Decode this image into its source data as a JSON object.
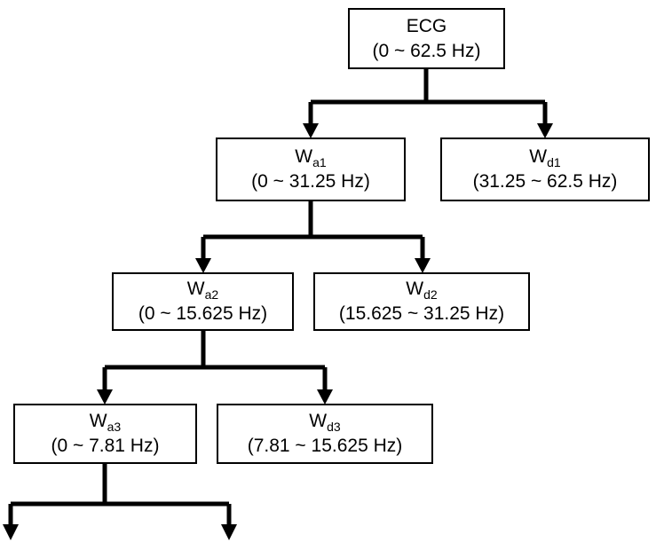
{
  "nodes": {
    "ecg": {
      "name": "ECG",
      "sub": "",
      "range": "(0 ~ 62.5 Hz)"
    },
    "wa1": {
      "name": "W",
      "sub": "a1",
      "range": "(0 ~ 31.25 Hz)"
    },
    "wd1": {
      "name": "W",
      "sub": "d1",
      "range": "(31.25 ~ 62.5 Hz)"
    },
    "wa2": {
      "name": "W",
      "sub": "a2",
      "range": "(0 ~ 15.625 Hz)"
    },
    "wd2": {
      "name": "W",
      "sub": "d2",
      "range": "(15.625 ~ 31.25 Hz)"
    },
    "wa3": {
      "name": "W",
      "sub": "a3",
      "range": "(0 ~ 7.81 Hz)"
    },
    "wd3": {
      "name": "W",
      "sub": "d3",
      "range": "(7.81 ~ 15.625 Hz)"
    }
  },
  "colors": {
    "stroke": "#000000",
    "background": "#ffffff"
  }
}
